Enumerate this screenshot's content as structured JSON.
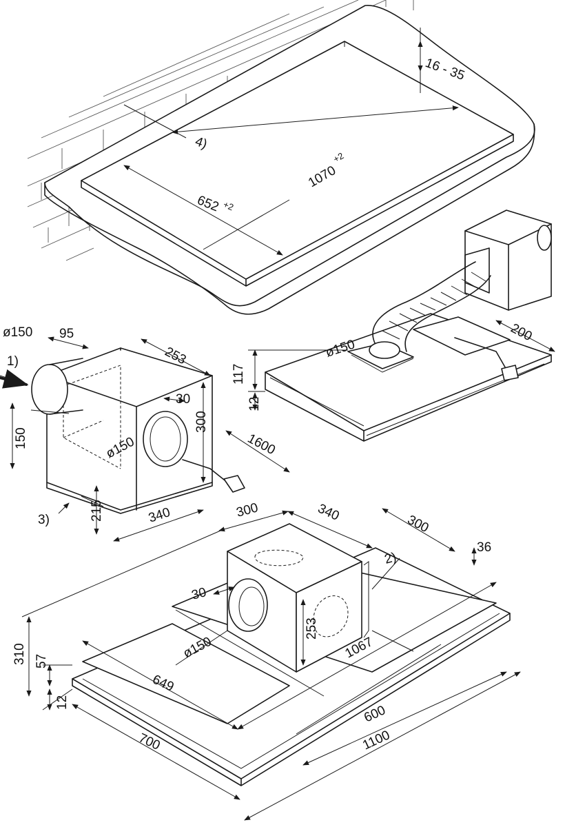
{
  "niche": {
    "depth_range": "16 - 35",
    "cutout_width": "1070",
    "cutout_width_tol": "+2",
    "cutout_depth": "652",
    "cutout_depth_tol": "+2",
    "note_ref": "4)"
  },
  "fan_box": {
    "inlet_diameter": "ø150",
    "inlet_offset": "95",
    "width": "253",
    "outlet_offset": "30",
    "outlet_diameter": "ø150",
    "height": "300",
    "inlet_height": "150",
    "cable_length": "1600",
    "base_depth": "215",
    "base_width": "340",
    "note_inlet": "1)",
    "note_mount": "3)"
  },
  "remote_setup": {
    "height": "117",
    "frame": "12",
    "duct_diameter": "ø150",
    "offset": "200"
  },
  "hood": {
    "top_box_width": "300",
    "top_box_depth": "340",
    "rear_width": "300",
    "step": "36",
    "note_ref": "2)",
    "outlet_offset": "30",
    "box_height": "253",
    "outlet_diameter": "ø150",
    "overall_height": "310",
    "body_height": "57",
    "frame_height": "12",
    "inner_width": "649",
    "inner_depth": "1067",
    "depth": "600",
    "width": "1100",
    "overall_depth": "700"
  }
}
